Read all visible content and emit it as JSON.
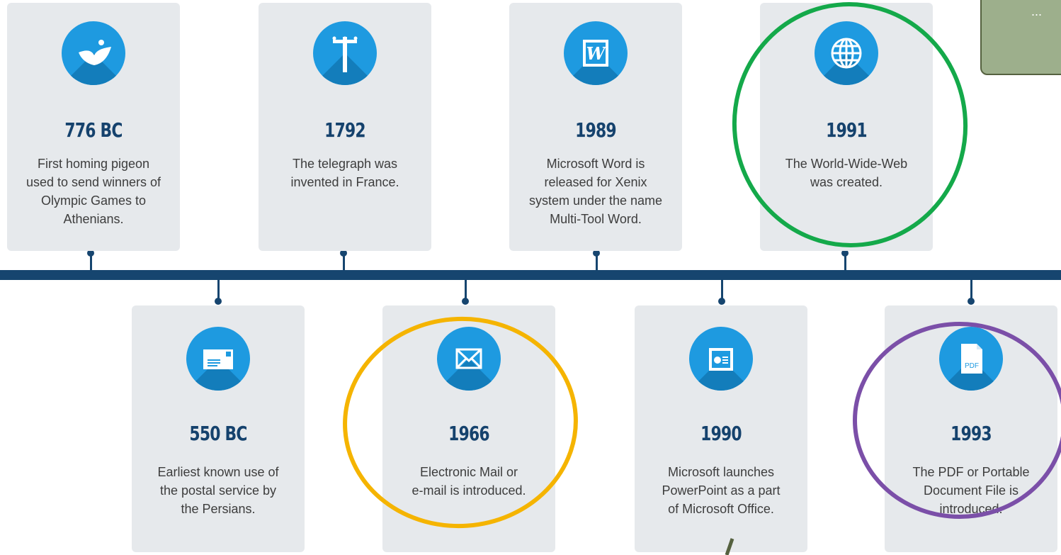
{
  "events": [
    {
      "year": "776 BC",
      "desc": [
        "First homing pigeon",
        "used to send winners of",
        "Olympic Games to",
        "Athenians."
      ],
      "icon": "pigeon-icon"
    },
    {
      "year": "550 BC",
      "desc": [
        "Earliest known use of",
        "the postal service by",
        "the Persians."
      ],
      "icon": "envelope-icon"
    },
    {
      "year": "1792",
      "desc": [
        "The telegraph was",
        "invented in France."
      ],
      "icon": "telegraph-pole-icon"
    },
    {
      "year": "1966",
      "desc": [
        "Electronic Mail or",
        "e-mail is introduced."
      ],
      "icon": "mail-icon"
    },
    {
      "year": "1989",
      "desc": [
        "Microsoft Word is",
        "released for Xenix",
        "system under the name",
        "Multi-Tool Word."
      ],
      "icon": "word-icon",
      "icon_text": "W"
    },
    {
      "year": "1990",
      "desc": [
        "Microsoft launches",
        "PowerPoint as a part",
        "of Microsoft Office."
      ],
      "icon": "powerpoint-icon"
    },
    {
      "year": "1991",
      "desc": [
        "The World-Wide-Web",
        "was created."
      ],
      "icon": "globe-icon"
    },
    {
      "year": "1993",
      "desc": [
        "The PDF or Portable",
        "Document File is",
        "introduced."
      ],
      "icon": "pdf-icon",
      "icon_text": "PDF"
    }
  ],
  "annotations": [
    {
      "event": "1991",
      "color": "#14a94a"
    },
    {
      "event": "1966",
      "color": "#f5b400"
    },
    {
      "event": "1993",
      "color": "#7b4fa8"
    }
  ],
  "note": {
    "text": "..."
  },
  "colors": {
    "axis": "#16456f",
    "icon": "#1e9ae0",
    "year": "#15426d",
    "card": "#e6e9ec"
  }
}
